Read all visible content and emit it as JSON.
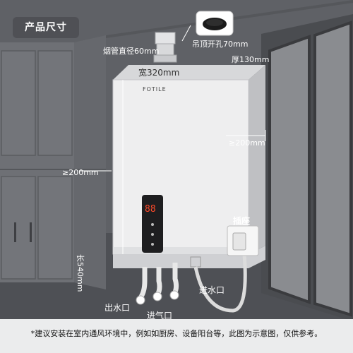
{
  "header": {
    "title": "产品尺寸"
  },
  "dimensions": {
    "flue_pipe": "烟管直径60mm",
    "ceiling_hole": "吊顶开孔70mm",
    "width": "宽320mm",
    "depth": "厚130mm",
    "left_clearance": "≥200mm",
    "right_clearance": "≥200mm",
    "height": "长540mm"
  },
  "product": {
    "brand": "FOTILE"
  },
  "labels": {
    "socket": "插座",
    "water_out": "出水口",
    "gas_in": "进气口",
    "water_in": "进水口"
  },
  "footer": {
    "note": "*建议安装在室内通风环境中，例如如厨房、设备阳台等，此图为示意图，仅供参考。"
  },
  "colors": {
    "wall": "#5f6166",
    "heater_body": "#eeeeef",
    "badge": "#4f5055"
  }
}
